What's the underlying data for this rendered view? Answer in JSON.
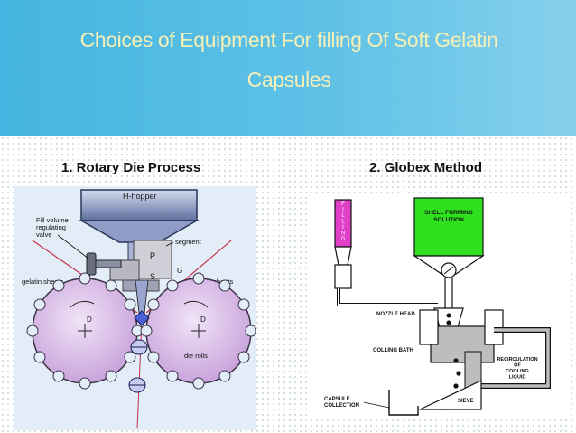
{
  "slide": {
    "title": "Choices of Equipment For filling Of Soft Gelatin Capsules",
    "left_label": "1. Rotary Die Process",
    "right_label": "2. Globex Method"
  },
  "rotary_figure": {
    "hopper": "H-hopper",
    "fill_valve": "Fill volume regulating valve",
    "segment": "segment",
    "p": "P",
    "s": "S",
    "g": "G",
    "gelatin_left": "gelatin sheets",
    "gelatin_right": "gelatin sheets",
    "d_left": "D",
    "d_right": "D",
    "die_rolls": "die rolls"
  },
  "globex_figure": {
    "filling": "FILLING",
    "shell_forming": "SHELL FORMING SOLUTION",
    "nozzle_head": "NOZZLE HEAD",
    "colling_bath": "COLLING BATH",
    "recirculation": "RECIRCULATION OF COOLING LIQUID",
    "sieve": "SIEVE",
    "capsule_collection": "CAPSULE COLLECTION"
  },
  "colors": {
    "banner": "#44b5e0",
    "title": "#f6efb6",
    "roller": "#d9b8e6",
    "filling": "#e040c8",
    "shell": "#2ee01e"
  }
}
